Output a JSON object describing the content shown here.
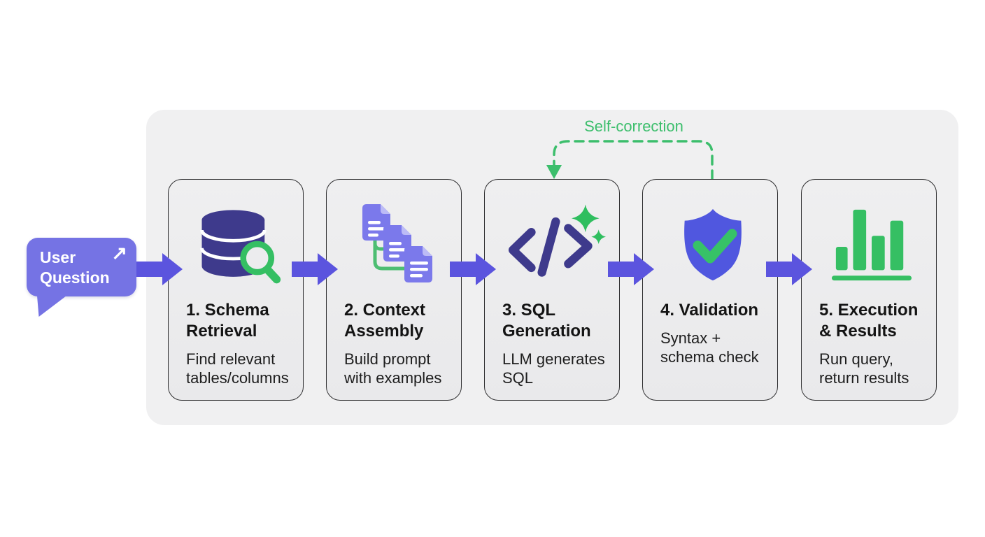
{
  "loop": {
    "label": "Self-correction"
  },
  "bubble": {
    "label": "User Question",
    "icon_glyph": "↗",
    "icon_name": "arrow-up-right-icon"
  },
  "steps": [
    {
      "title": "1. Schema Retrieval",
      "description": "Find relevant tables/columns",
      "icon": "database-search-icon"
    },
    {
      "title": "2. Context Assembly",
      "description": "Build prompt with examples",
      "icon": "stacked-documents-icon"
    },
    {
      "title": "3. SQL Generation",
      "description": "LLM generates SQL",
      "icon": "code-sparkles-icon"
    },
    {
      "title": "4. Validation",
      "description": "Syntax + schema check",
      "icon": "shield-check-icon"
    },
    {
      "title": "5. Execution & Results",
      "description": "Run query, return results",
      "icon": "bar-chart-icon"
    }
  ],
  "colors": {
    "arrow_purple": "#5b54de",
    "bubble_purple": "#7573e4",
    "document_purple": "#7b79eb",
    "dark_indigo": "#3e3a8c",
    "shield_blue": "#5057df",
    "green": "#35bf63",
    "loop_green": "#3cbe6c",
    "panel_gray": "#f0f0f1",
    "card_gray": "#ececee",
    "text_dark": "#141414"
  }
}
